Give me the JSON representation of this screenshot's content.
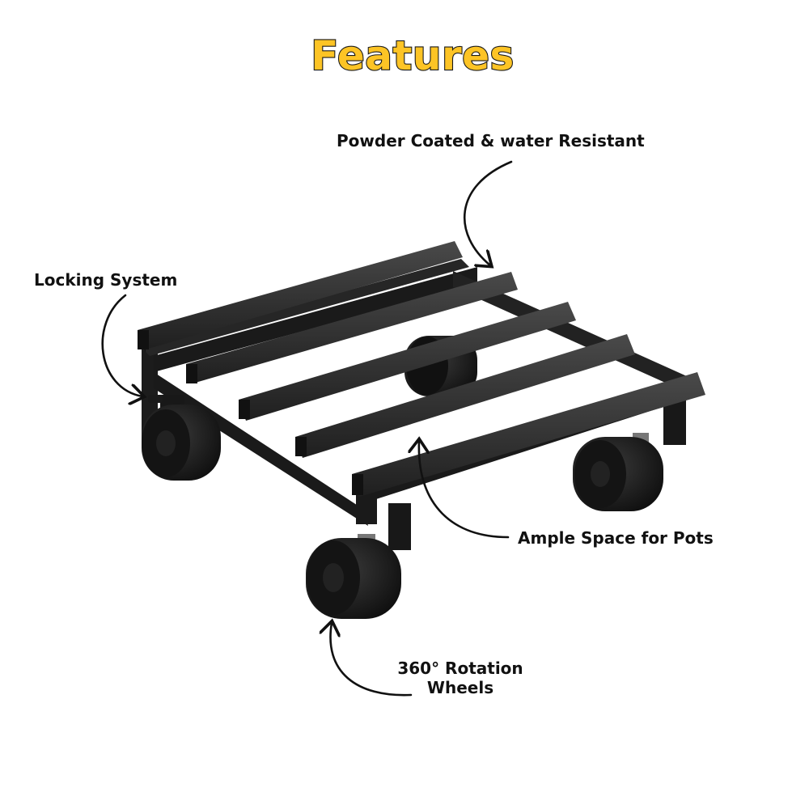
{
  "title": "Features",
  "colors": {
    "title_fill": "#FDC425",
    "title_stroke": "#1a1a1a",
    "frame": "#1f1f1f",
    "frame_highlight": "#4a4a4a",
    "wheel": "#151515",
    "text": "#111111"
  },
  "callouts": {
    "powder": "Powder Coated & water Resistant",
    "locking": "Locking System",
    "ample": "Ample Space for Pots",
    "rotation_line1": "360° Rotation",
    "rotation_line2": "Wheels"
  }
}
